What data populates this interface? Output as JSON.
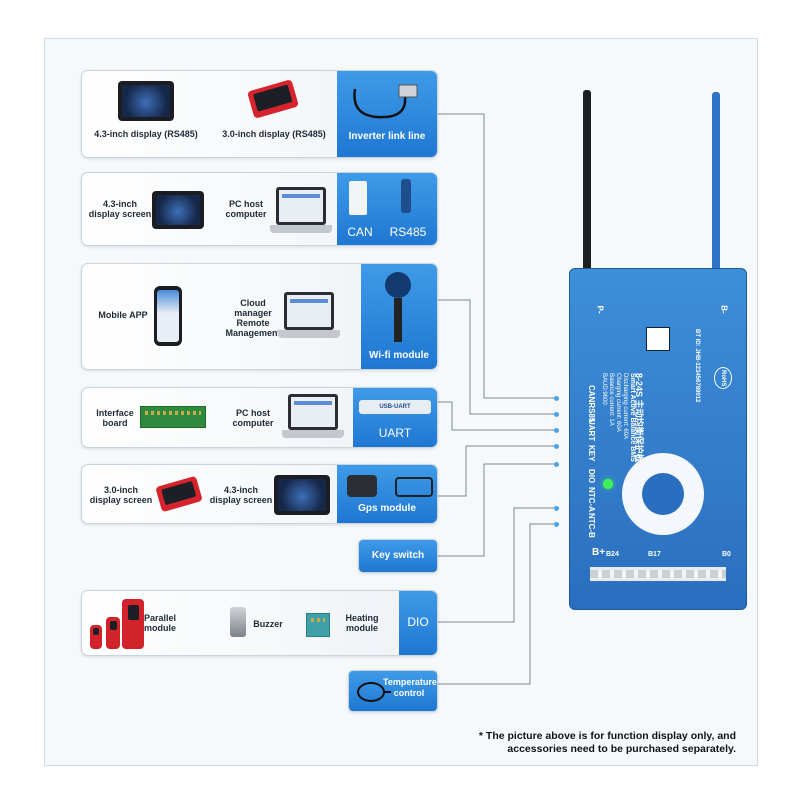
{
  "rows": {
    "inverter": {
      "labels": [
        "4.3-inch display (RS485)",
        "3.0-inch display (RS485)"
      ],
      "cap": "Inverter link line"
    },
    "can485": {
      "labels": [
        "4.3-inch\ndisplay screen",
        "PC host\ncomputer"
      ],
      "cap_left": "CAN",
      "cap_right": "RS485"
    },
    "wifi": {
      "labels": [
        "Mobile APP",
        "Cloud\nmanager\nRemote\nManagement"
      ],
      "cap": "Wi-fi module"
    },
    "uart": {
      "labels": [
        "Interface\nboard",
        "PC host\ncomputer"
      ],
      "dongle": "USB-UART",
      "cap": "UART"
    },
    "gps": {
      "labels": [
        "3.0-inch\ndisplay screen",
        "4.3-inch\ndisplay screen"
      ],
      "cap": "Gps module"
    },
    "key": {
      "cap": "Key switch"
    },
    "dio": {
      "labels": [
        "Parallel\nmodule",
        "Buzzer",
        "Heating\nmodule"
      ],
      "cap": "DIO"
    },
    "temp": {
      "cap": "Temperature\ncontrol"
    }
  },
  "bms": {
    "neg_left": "P-",
    "neg_right": "B-",
    "ports": [
      "CANRS85",
      "UART",
      "KEY",
      "DIO",
      "NTC-A",
      "NTC-B"
    ],
    "model_cn": "8-24S 主动均衡保护板",
    "model_en": "Smart Active Balance BMS",
    "spec1": "Discharging current: 60A",
    "spec2": "Charging current: 60A",
    "spec3": "Balance current: 1A",
    "spec4": "BAUD:9600",
    "bt_id": "BT ID: JHB-123456789012",
    "rohs": "RoHS",
    "b_plus": "B+",
    "b24": "B24",
    "b17": "B17",
    "b0": "B0"
  },
  "note": "* The picture above is for function display only, and\naccessories need to be purchased separately."
}
